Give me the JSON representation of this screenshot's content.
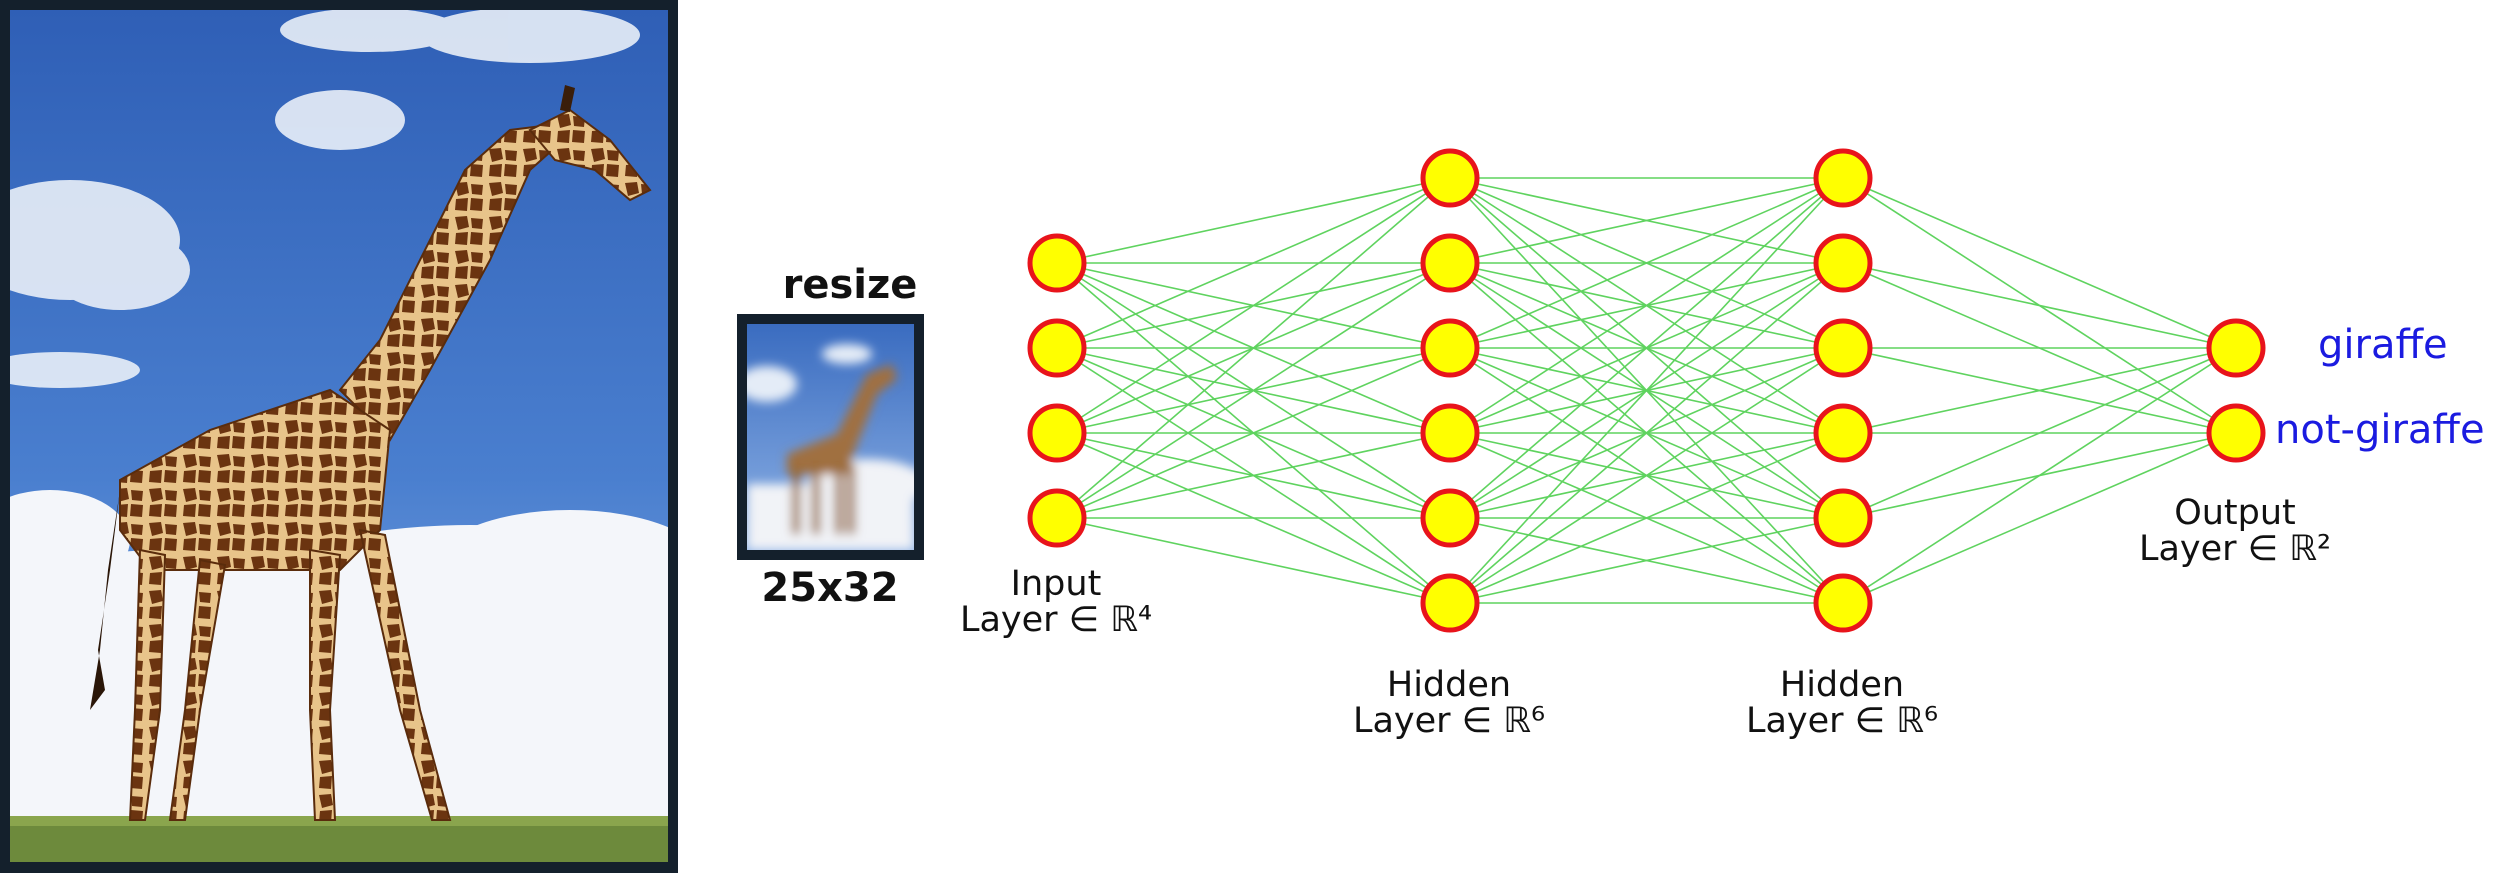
{
  "resize": {
    "title": "resize",
    "size": "25x32"
  },
  "layers": [
    {
      "name": "input",
      "line1": "Input",
      "line2": "Layer ∈ ℝ⁴",
      "nodes": 4
    },
    {
      "name": "hidden1",
      "line1": "Hidden",
      "line2": "Layer ∈ ℝ⁶",
      "nodes": 6
    },
    {
      "name": "hidden2",
      "line1": "Hidden",
      "line2": "Layer ∈ ℝ⁶",
      "nodes": 6
    },
    {
      "name": "output",
      "line1": "Output",
      "line2": "Layer ∈ ℝ²",
      "nodes": 2
    }
  ],
  "outputs": [
    "giraffe",
    "not-giraffe"
  ],
  "colors": {
    "node_fill": "#ffff00",
    "node_stroke": "#e8141b",
    "edge": "#5fd35f",
    "output_text": "#1b1be0",
    "frame": "#14202c"
  }
}
